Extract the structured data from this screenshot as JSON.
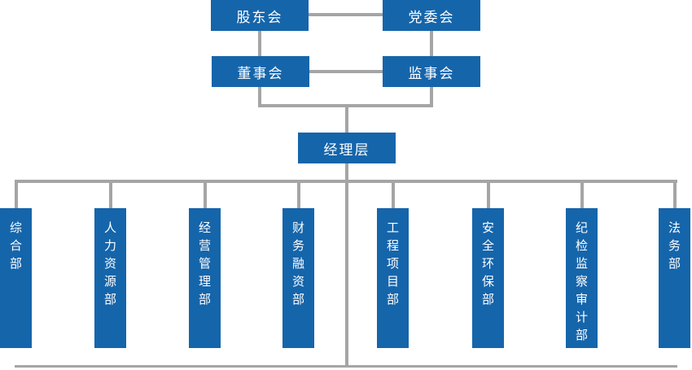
{
  "colors": {
    "node_blue": "#1565ab",
    "connector_gray": "#a5a5a5",
    "node_text": "#ffffff",
    "background": "#ffffff"
  },
  "org_chart": {
    "type": "org-hierarchy",
    "governance": [
      {
        "label": "股东会"
      },
      {
        "label": "党委会"
      },
      {
        "label": "董事会"
      },
      {
        "label": "监事会"
      }
    ],
    "management": {
      "label": "经理层"
    },
    "departments": [
      {
        "label": "综合部"
      },
      {
        "label": "人力资源部"
      },
      {
        "label": "经营管理部"
      },
      {
        "label": "财务融资部"
      },
      {
        "label": "工程项目部"
      },
      {
        "label": "安全环保部"
      },
      {
        "label": "纪检监察审计部"
      },
      {
        "label": "法务部"
      }
    ]
  }
}
